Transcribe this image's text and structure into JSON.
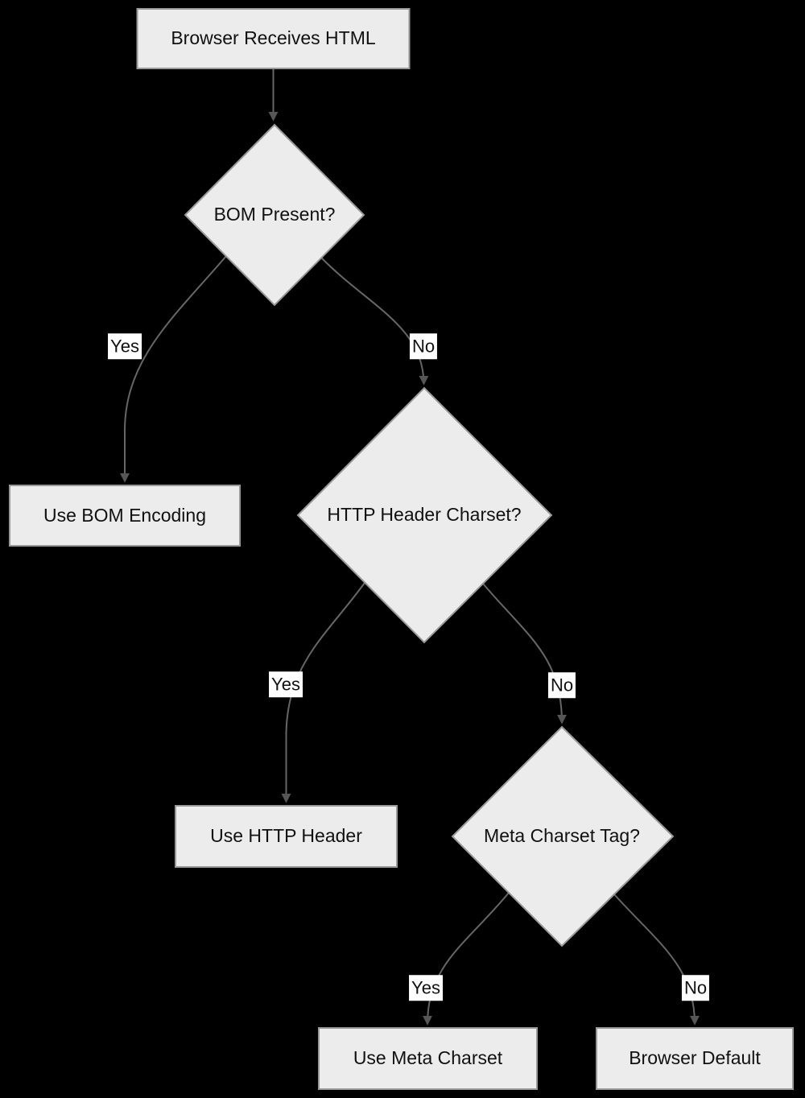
{
  "colors": {
    "background": "#000000",
    "node_fill": "#ececec",
    "node_border": "#999999",
    "edge_line": "#666666",
    "arrowhead": "#565656",
    "text": "#111111",
    "edge_label_bg": "#ffffff"
  },
  "nodes": [
    {
      "id": "start",
      "type": "rect",
      "label": "Browser Receives HTML"
    },
    {
      "id": "bom",
      "type": "diamond",
      "label": "BOM Present?"
    },
    {
      "id": "use_bom",
      "type": "rect",
      "label": "Use BOM Encoding"
    },
    {
      "id": "http",
      "type": "diamond",
      "label": "HTTP Header Charset?"
    },
    {
      "id": "use_http",
      "type": "rect",
      "label": "Use HTTP Header"
    },
    {
      "id": "meta",
      "type": "diamond",
      "label": "Meta Charset Tag?"
    },
    {
      "id": "use_meta",
      "type": "rect",
      "label": "Use Meta Charset"
    },
    {
      "id": "default",
      "type": "rect",
      "label": "Browser Default"
    }
  ],
  "edges": [
    {
      "from": "start",
      "to": "bom",
      "label": ""
    },
    {
      "from": "bom",
      "to": "use_bom",
      "label": "Yes"
    },
    {
      "from": "bom",
      "to": "http",
      "label": "No"
    },
    {
      "from": "http",
      "to": "use_http",
      "label": "Yes"
    },
    {
      "from": "http",
      "to": "meta",
      "label": "No"
    },
    {
      "from": "meta",
      "to": "use_meta",
      "label": "Yes"
    },
    {
      "from": "meta",
      "to": "default",
      "label": "No"
    }
  ]
}
